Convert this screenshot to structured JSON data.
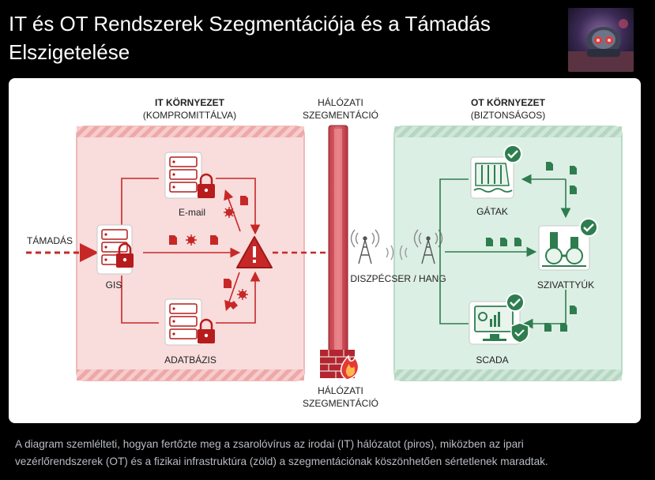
{
  "header": {
    "title": "IT és OT Rendszerek Szegmentációja és a Támadás Elszigetelése",
    "thumbnail_icon": "robot-thumbnail-image"
  },
  "diagram": {
    "it_zone": {
      "title": "IT KÖRNYEZET",
      "subtitle": "(KOMPROMITTÁLVA)"
    },
    "ot_zone": {
      "title": "OT KÖRNYEZET",
      "subtitle": "(BIZTONSÁGOS)"
    },
    "segmentation_top": {
      "line1": "HÁLÓZATI",
      "line2": "SZEGMENTÁCIÓ"
    },
    "segmentation_bottom": {
      "line1": "HÁLÓZATI",
      "line2": "SZEGMENTÁCIÓ"
    },
    "attack_label": "TÁMADÁS",
    "it_nodes": {
      "gis": "GIS",
      "email": "E-mail",
      "database": "ADATBÁZIS"
    },
    "dispatcher_label": "DISZPÉCSER / HANG",
    "ot_nodes": {
      "dams": "GÁTAK",
      "pumps": "SZIVATTYÚK",
      "scada": "SCADA"
    },
    "colors": {
      "it_red": "#c62828",
      "it_bg": "#f9dcdc",
      "ot_green": "#2e7d4f",
      "ot_bg": "#dcefe4",
      "wall": "#d9535c"
    }
  },
  "caption": {
    "line1": "A diagram szemlélteti, hogyan fertőzte meg a zsarolóvírus az irodai (IT) hálózatot (piros), miközben az ipari",
    "line2": "vezérlőrendszerek (OT) és a fizikai infrastruktúra (zöld) a szegmentációnak köszönhetően sértetlenek maradtak."
  }
}
